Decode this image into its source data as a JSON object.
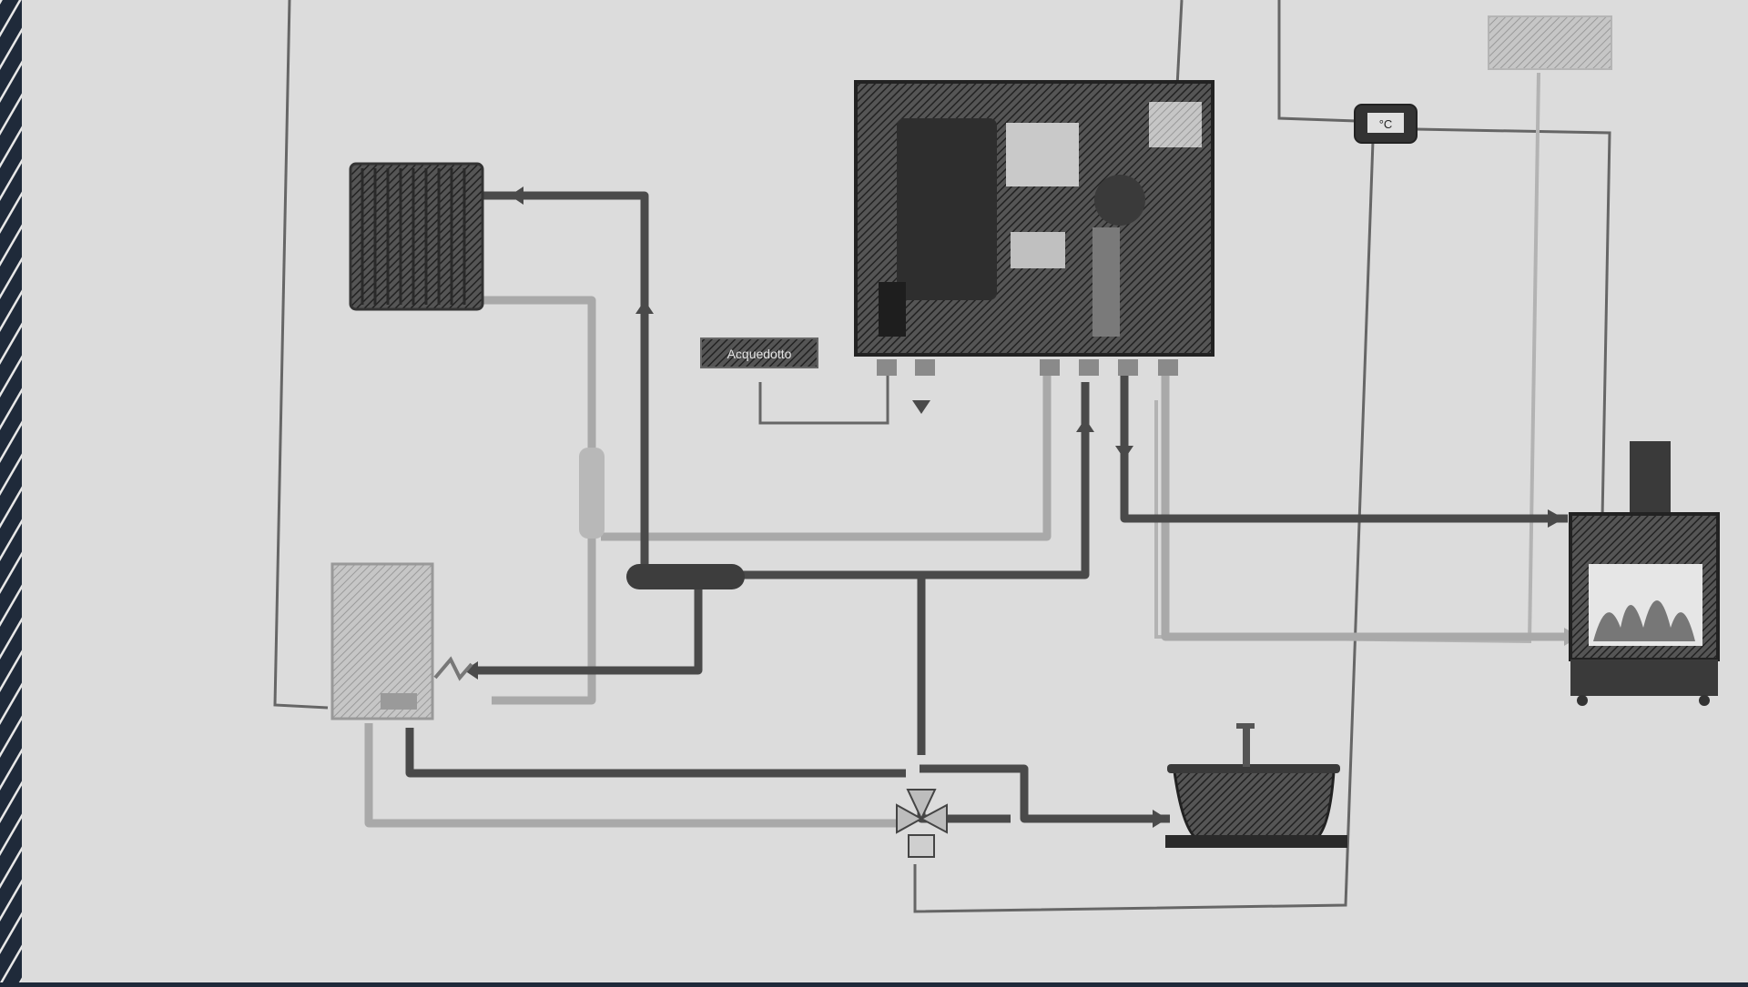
{
  "diagram": {
    "aquastat_label": "Acquedotto",
    "thermostat_label": "°C"
  },
  "colors": {
    "paper": "#dcdcdc",
    "pipe_dark": "#4a4a4a",
    "pipe_light": "#a9a9a9",
    "wire": "#666666",
    "background_fabric": "#1f2a3a"
  },
  "components": [
    {
      "name": "radiator",
      "icon": "radiator-icon"
    },
    {
      "name": "boiler",
      "icon": "boiler-icon"
    },
    {
      "name": "heat-exchanger-module",
      "icon": "heat-module-icon"
    },
    {
      "name": "fireplace",
      "icon": "fireplace-icon"
    },
    {
      "name": "bathtub",
      "icon": "bathtub-icon"
    },
    {
      "name": "three-way-valve",
      "icon": "valve-icon"
    },
    {
      "name": "thermostat",
      "icon": "thermostat-icon"
    },
    {
      "name": "water-supply",
      "icon": "water-supply-icon"
    },
    {
      "name": "expansion-vessel",
      "icon": "expansion-vessel-icon"
    },
    {
      "name": "remote-panel",
      "icon": "panel-icon"
    }
  ]
}
